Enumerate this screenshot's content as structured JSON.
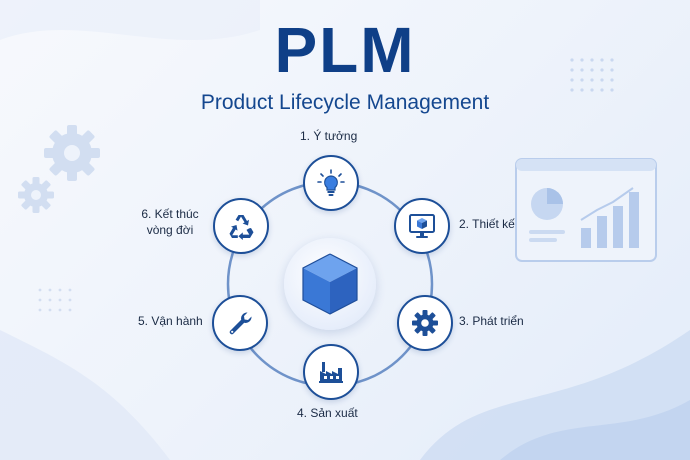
{
  "title": "PLM",
  "subtitle": "Product Lifecycle Management",
  "stages": [
    {
      "label": "1. Ý tưởng",
      "icon": "lightbulb-icon"
    },
    {
      "label": "2. Thiết kế",
      "icon": "monitor-cube-icon"
    },
    {
      "label": "3. Phát triển",
      "icon": "gear-icon"
    },
    {
      "label": "4. Sản xuất",
      "icon": "factory-icon"
    },
    {
      "label": "5. Vận hành",
      "icon": "wrench-icon"
    },
    {
      "label": "6. Kết thúc vòng đời",
      "label_line1": "6. Kết thúc",
      "label_line2": "vòng đời",
      "icon": "recycle-icon"
    }
  ],
  "center_icon": "cube-icon",
  "colors": {
    "primary": "#0f3f87",
    "accent": "#2f6fd6",
    "ring": "#6f93c9",
    "node_border": "#1d4f98"
  }
}
